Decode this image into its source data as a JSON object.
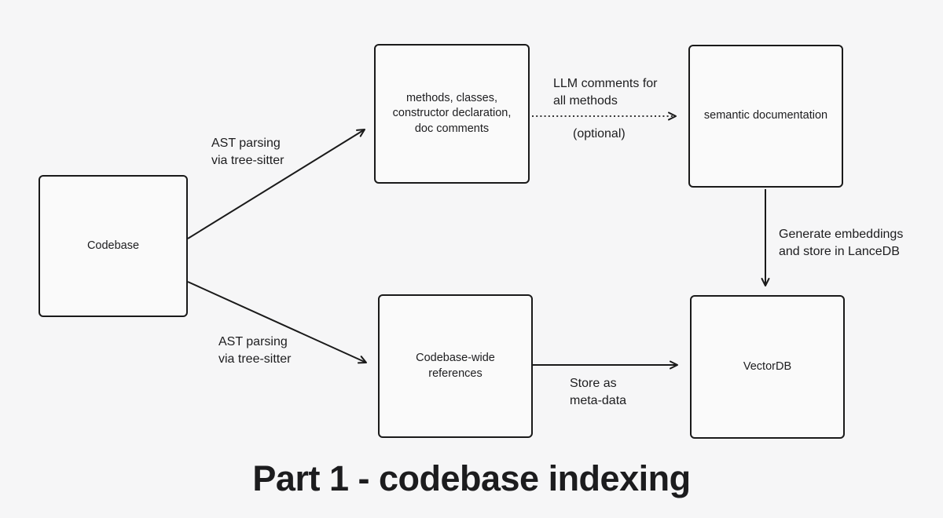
{
  "diagram": {
    "title": "Part 1 - codebase indexing",
    "nodes": {
      "codebase": {
        "label": "Codebase"
      },
      "methods": {
        "label": "methods, classes,\nconstructor declaration,\ndoc comments"
      },
      "semantic_doc": {
        "label": "semantic documentation"
      },
      "references": {
        "label": "Codebase-wide\nreferences"
      },
      "vectordb": {
        "label": "VectorDB"
      }
    },
    "edges": {
      "ast_top": {
        "label": "AST parsing\nvia tree-sitter",
        "style": "solid"
      },
      "ast_bottom": {
        "label": "AST parsing\nvia tree-sitter",
        "style": "solid"
      },
      "llm_comments": {
        "label": "LLM comments for\nall methods",
        "note": "(optional)",
        "style": "dotted"
      },
      "embeddings": {
        "label": "Generate embeddings\nand store in LanceDB",
        "style": "solid"
      },
      "store_meta": {
        "label": "Store as\nmeta-data",
        "style": "solid"
      }
    },
    "colors": {
      "background": "#f6f6f7",
      "node_fill": "#fafafa",
      "stroke": "#1a1a1a",
      "text": "#1d1d1f"
    }
  }
}
